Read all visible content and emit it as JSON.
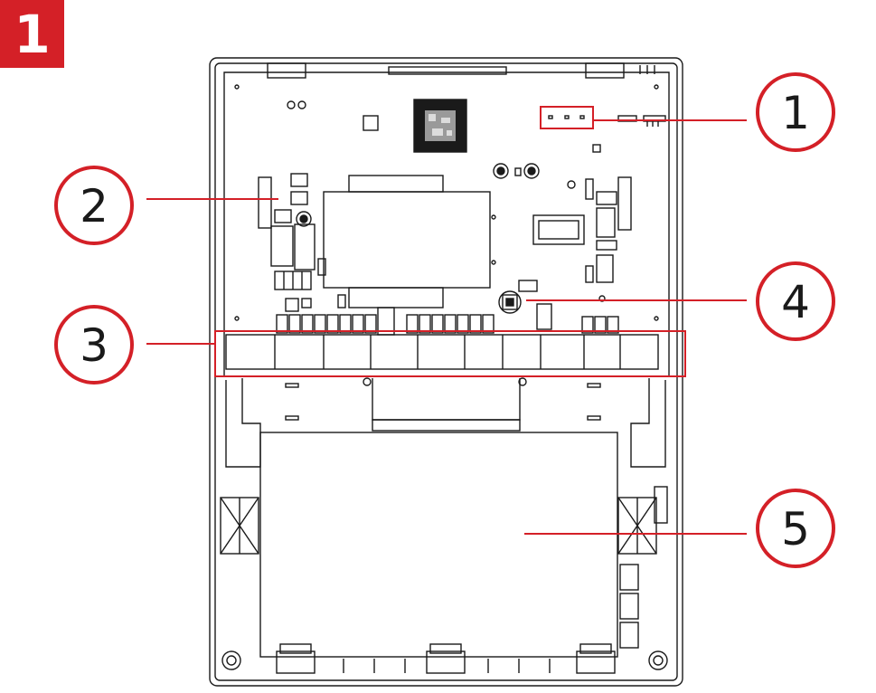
{
  "figure_tag": "1",
  "colors": {
    "accent": "#d42027",
    "line": "#1a1a1a",
    "callout_text": "#1a1a1a"
  },
  "callouts": [
    {
      "label": "1",
      "target": "status-leds"
    },
    {
      "label": "2",
      "target": "power-supply-module"
    },
    {
      "label": "3",
      "target": "terminal-block-row"
    },
    {
      "label": "4",
      "target": "tamper-switch"
    },
    {
      "label": "5",
      "target": "battery-compartment"
    }
  ]
}
